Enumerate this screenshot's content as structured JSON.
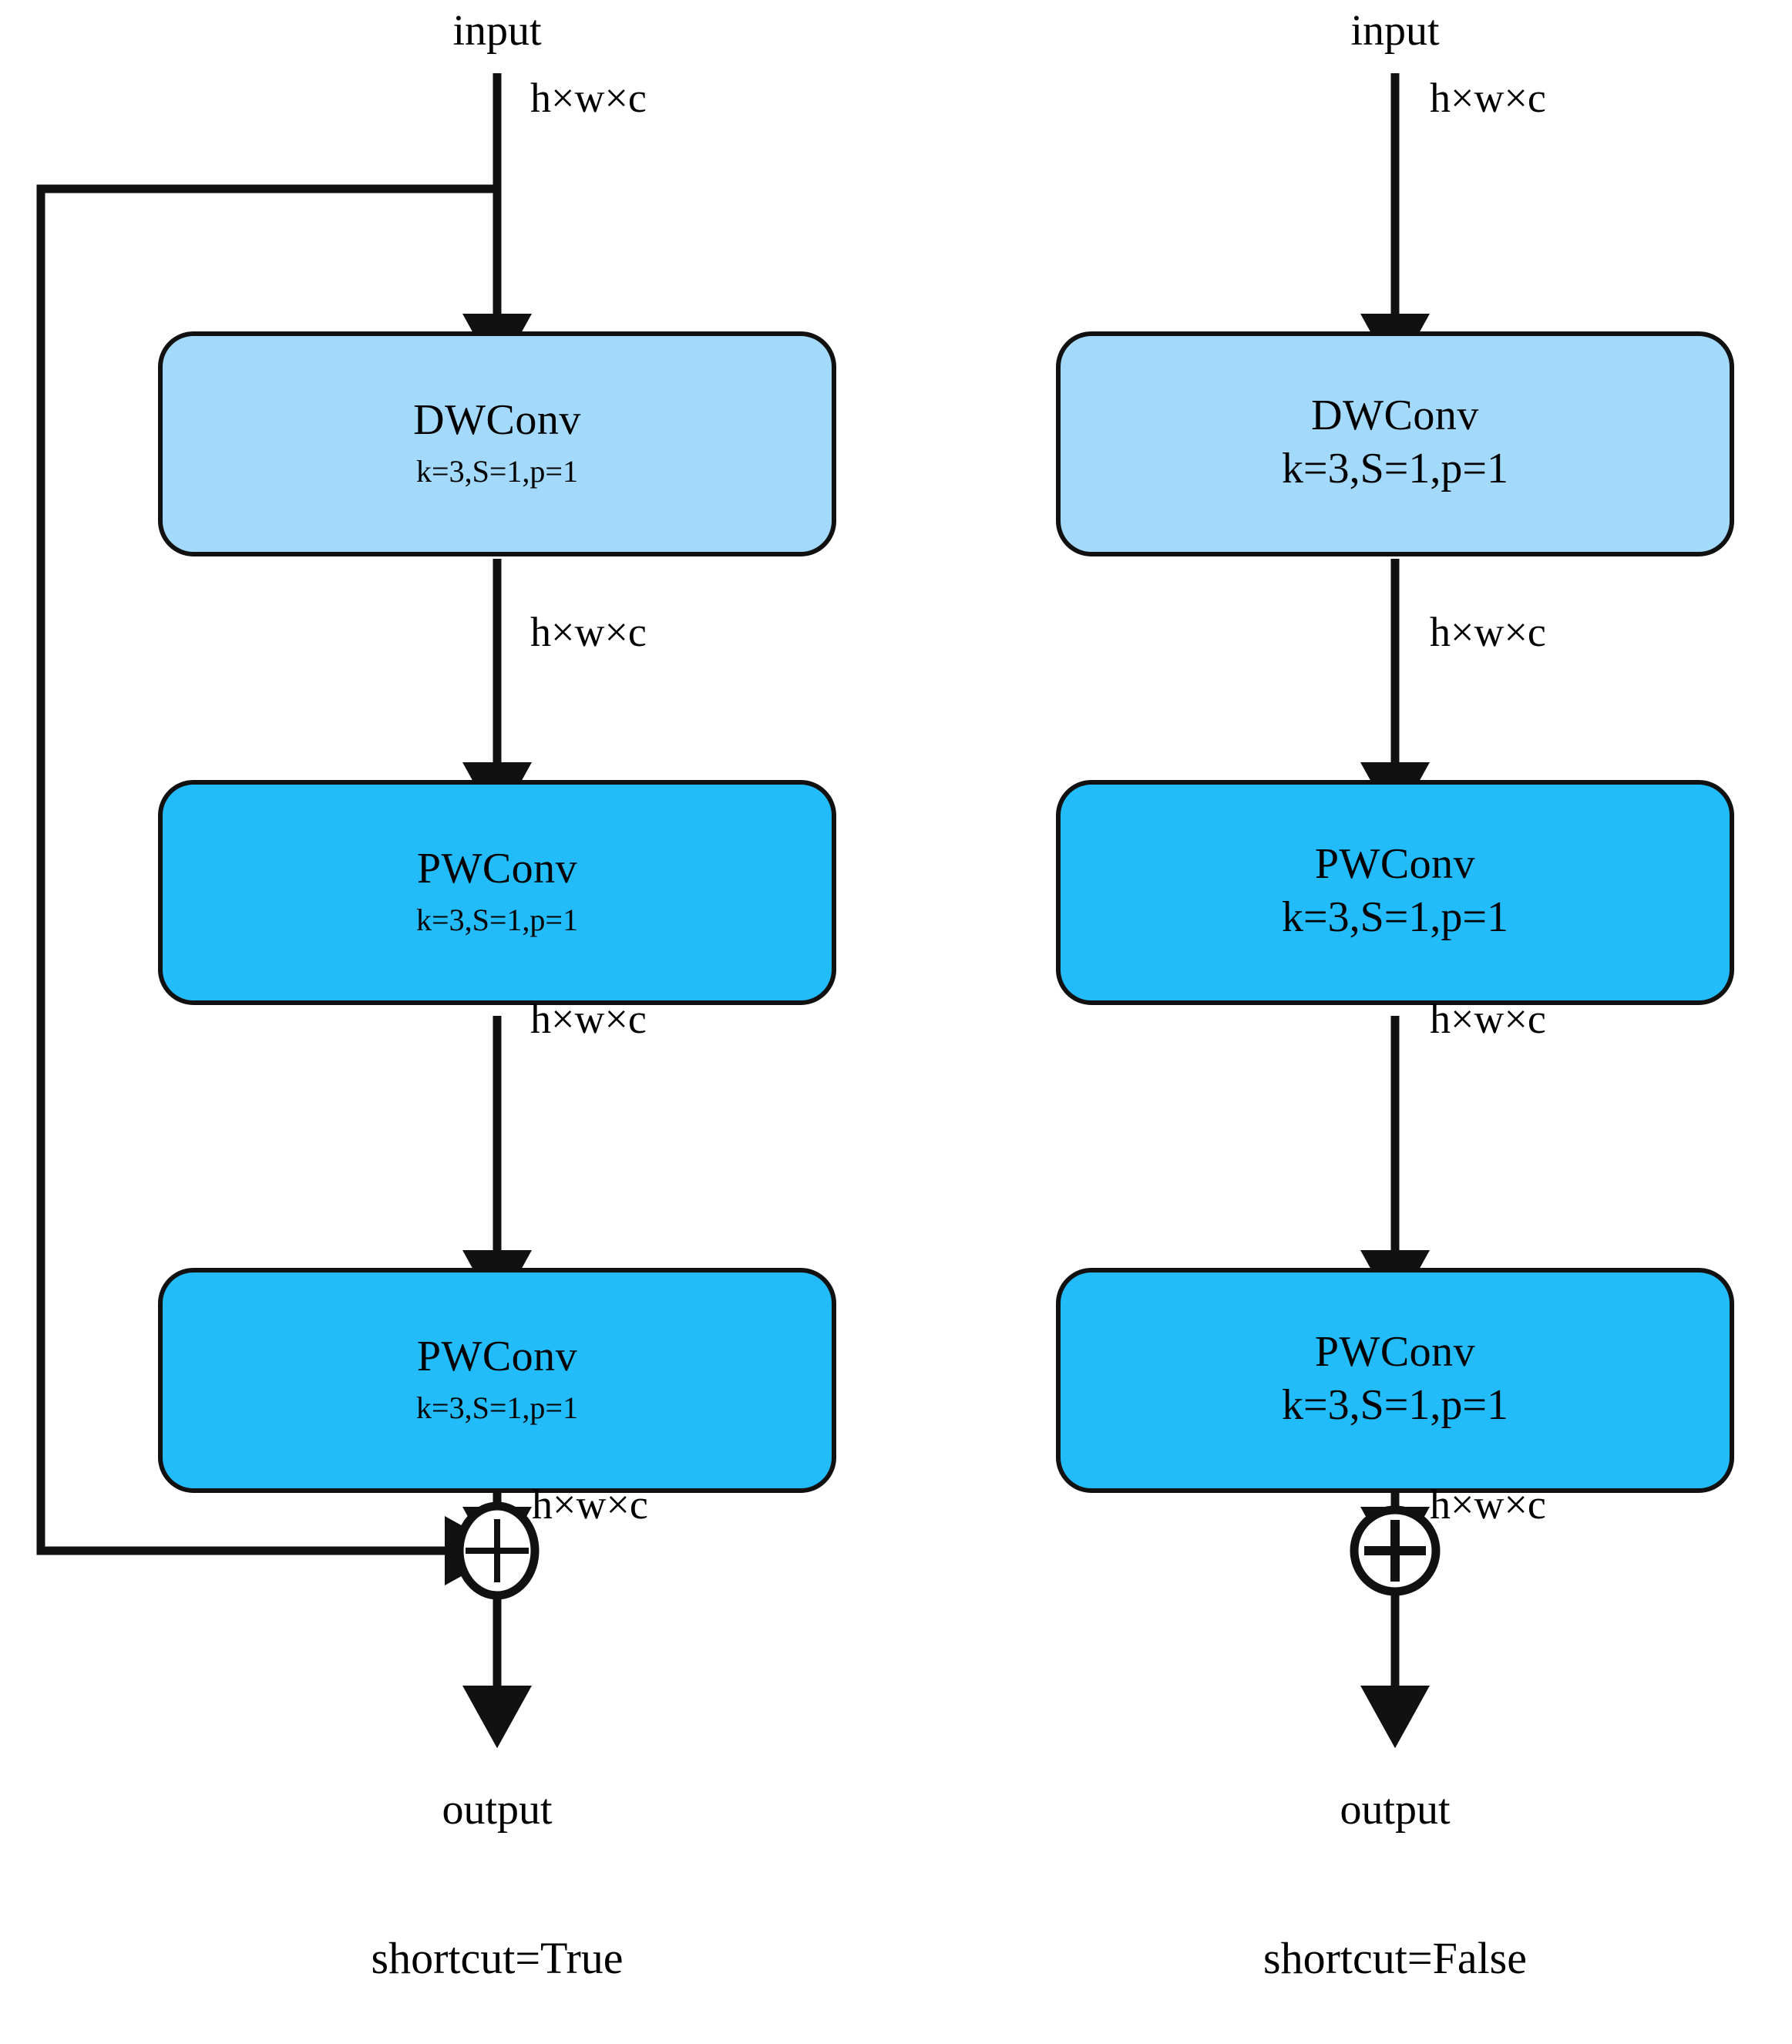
{
  "diagram": {
    "title_left": "shortcut=True",
    "title_right": "shortcut=False",
    "tensor_label": "h×w×c",
    "io": {
      "input": "input",
      "output": "output"
    },
    "sum_symbol": "+",
    "colors": {
      "dwconv_fill": "#A3D9FA",
      "pwconv_fill": "#22BCFB",
      "stroke": "#111111",
      "background": "#FFFFFF"
    },
    "columns": [
      {
        "id": "shortcut-true",
        "caption": "shortcut=True",
        "has_shortcut": true,
        "input_label": "input",
        "output_label": "output",
        "sum_node_shape": "ellipse",
        "blocks": [
          {
            "name": "DWConv",
            "params": "k=3,S=1,p=1",
            "fill": "#A3D9FA"
          },
          {
            "name": "PWConv",
            "params": "k=3,S=1,p=1",
            "fill": "#22BCFB"
          },
          {
            "name": "PWConv",
            "params": "k=3,S=1,p=1",
            "fill": "#22BCFB"
          }
        ],
        "edge_labels": [
          "h×w×c",
          "h×w×c",
          "h×w×c",
          "h×w×c"
        ]
      },
      {
        "id": "shortcut-false",
        "caption": "shortcut=False",
        "has_shortcut": false,
        "input_label": "input",
        "output_label": "output",
        "sum_node_shape": "circle",
        "blocks": [
          {
            "name": "DWConv",
            "params": "k=3,S=1,p=1",
            "fill": "#A3D9FA"
          },
          {
            "name": "PWConv",
            "params": "k=3,S=1,p=1",
            "fill": "#22BCFB"
          },
          {
            "name": "PWConv",
            "params": "k=3,S=1,p=1",
            "fill": "#22BCFB"
          }
        ],
        "edge_labels": [
          "h×w×c",
          "h×w×c",
          "h×w×c",
          "h×w×c"
        ]
      }
    ]
  }
}
